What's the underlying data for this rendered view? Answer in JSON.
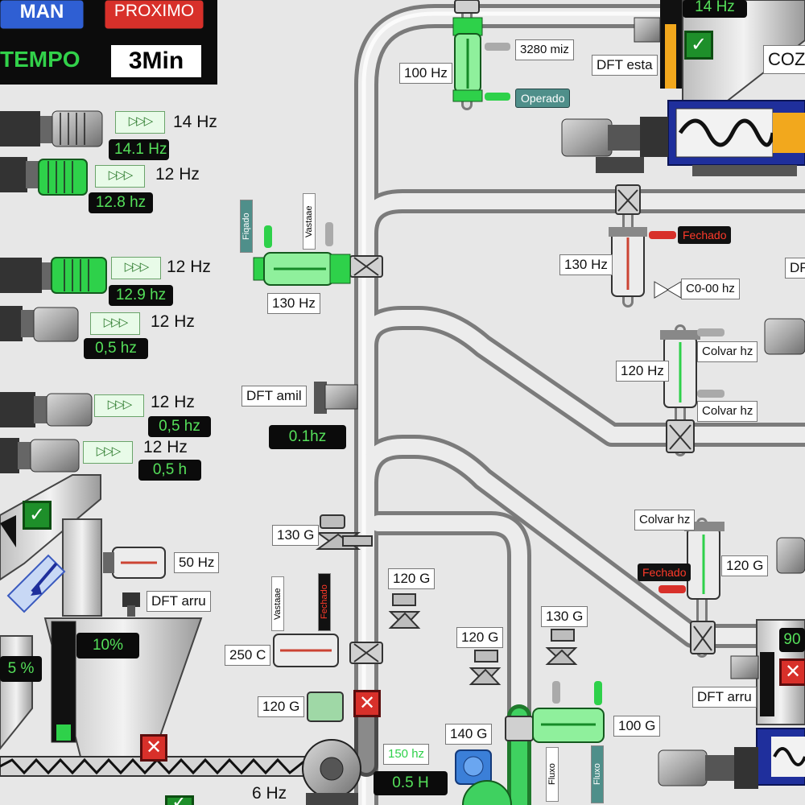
{
  "header": {
    "man_label": "MAN",
    "proximo_label": "PROXIMO",
    "tempo_label": "TEMPO",
    "tempo_value": "3Min"
  },
  "colors": {
    "pipe": "#bdbdbd",
    "motor_green": "#2ed14a",
    "lcd_text": "#55e05a",
    "alarm_red": "#d8302a",
    "man_blue": "#2f5fd3",
    "proximo_red": "#d8302a",
    "auger_blue": "#1f2f9c"
  },
  "left_motors": [
    {
      "hz": "14 Hz",
      "lcd": "14.1 Hz"
    },
    {
      "hz": "12 Hz",
      "lcd": "12.8 hz"
    },
    {
      "hz": "12 Hz",
      "lcd": "12.9 hz"
    },
    {
      "hz": "12 Hz",
      "lcd": "0,5 hz"
    },
    {
      "hz": "12 Hz",
      "lcd": "0,5 hz"
    },
    {
      "hz": "12 Hz",
      "lcd": "0,5 h"
    }
  ],
  "top_valve": {
    "freq": "100 Hz",
    "readout": "3280 miz",
    "status": "Operado"
  },
  "top_right": {
    "dft": "DFT esta",
    "lcd": "14 Hz",
    "coz": "COZ"
  },
  "mid_valve": {
    "freq": "130 Hz",
    "tag1": "Fiqado",
    "tag2": "Vastaae"
  },
  "right_valve1": {
    "freq": "130 Hz",
    "status": "Fechado",
    "readout": "C0-00 hz",
    "dft": "DF"
  },
  "right_valve2": {
    "freq": "120 Hz",
    "readout1": "Colvar hz",
    "readout2": "Colvar hz"
  },
  "dft_amil": {
    "label": "DFT amil",
    "lcd": "0.1hz"
  },
  "left_hopper": {
    "freq": "50 Hz",
    "dft": "DFT arru",
    "lcd_level": "10%",
    "lcd_left": "5 %"
  },
  "left_valves": [
    {
      "label": "130 G"
    },
    {
      "label": "250 C",
      "tag1": "Vastaae",
      "tag2": "Fechado"
    },
    {
      "label": "120 G"
    }
  ],
  "mid_labels": [
    "120 G",
    "120 G",
    "130 G",
    "140 G",
    "100 G"
  ],
  "mid_lcd": {
    "label": "150 hz",
    "value": "0.5 H"
  },
  "bottom": {
    "hz": "6 Hz",
    "tag1": "Fluxo",
    "tag2": "Fluxo"
  },
  "right_bottom": {
    "readout": "Colvar hz",
    "status": "Fechado",
    "freq": "120 G",
    "dft": "DFT arru",
    "lcd": "90"
  },
  "icons": [
    "check-icon",
    "close-icon",
    "arrow-right-icon",
    "gauge-icon"
  ]
}
